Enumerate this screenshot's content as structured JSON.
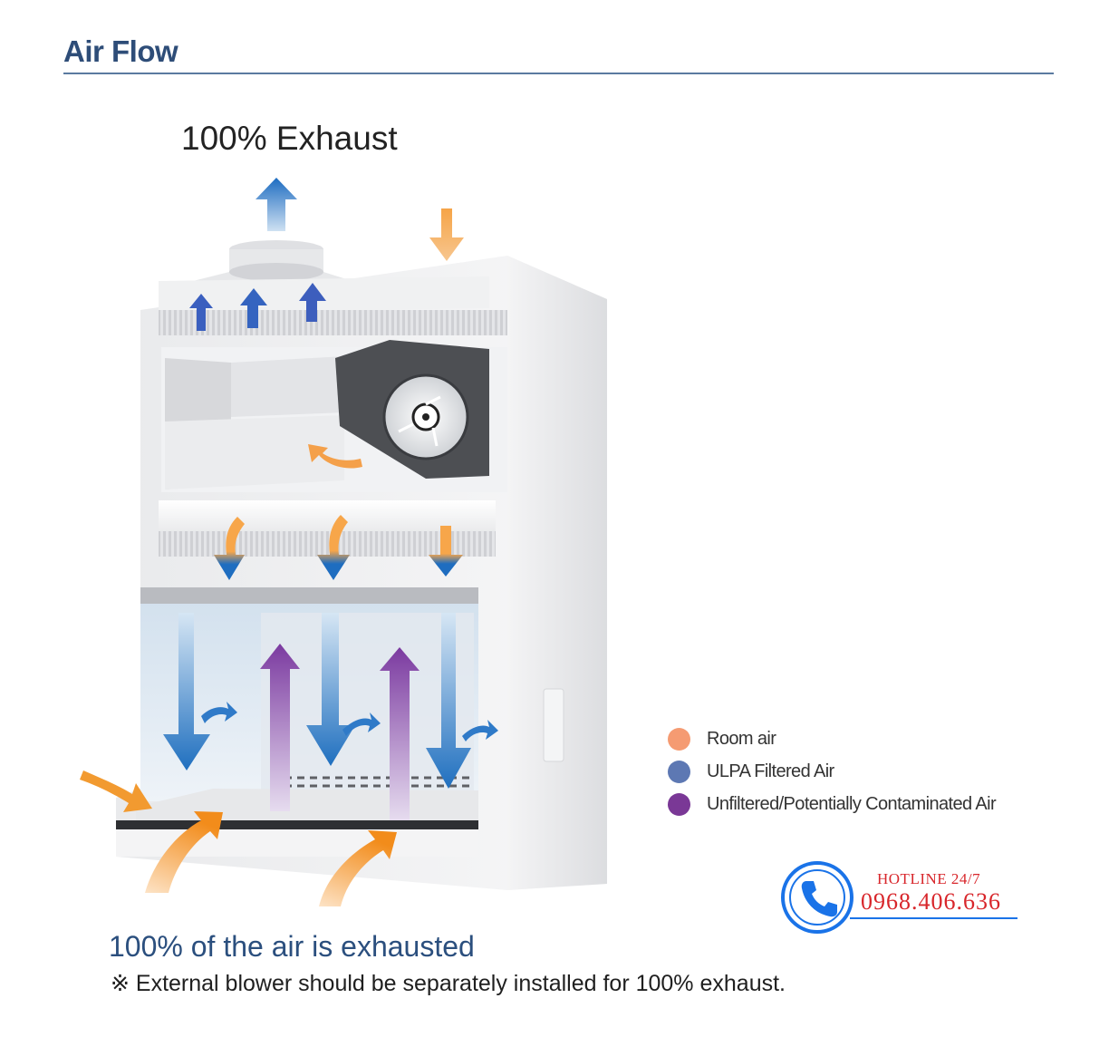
{
  "header": {
    "title": "Air Flow"
  },
  "diagram": {
    "exhaust_label": "100% Exhaust"
  },
  "legend": {
    "items": [
      {
        "label": "Room air",
        "color": "#f59b72"
      },
      {
        "label": "ULPA Filtered Air",
        "color": "#5d78b3"
      },
      {
        "label": "Unfiltered/Potentially Contaminated Air",
        "color": "#7a3896"
      }
    ]
  },
  "hotline": {
    "label": "HOTLINE 24/7",
    "number": "0968.406.636",
    "color": "#d8262b",
    "icon": "phone-icon"
  },
  "footer": {
    "caption": "100% of the air is exhausted",
    "note": "※ External blower should be separately installed for 100% exhaust."
  }
}
